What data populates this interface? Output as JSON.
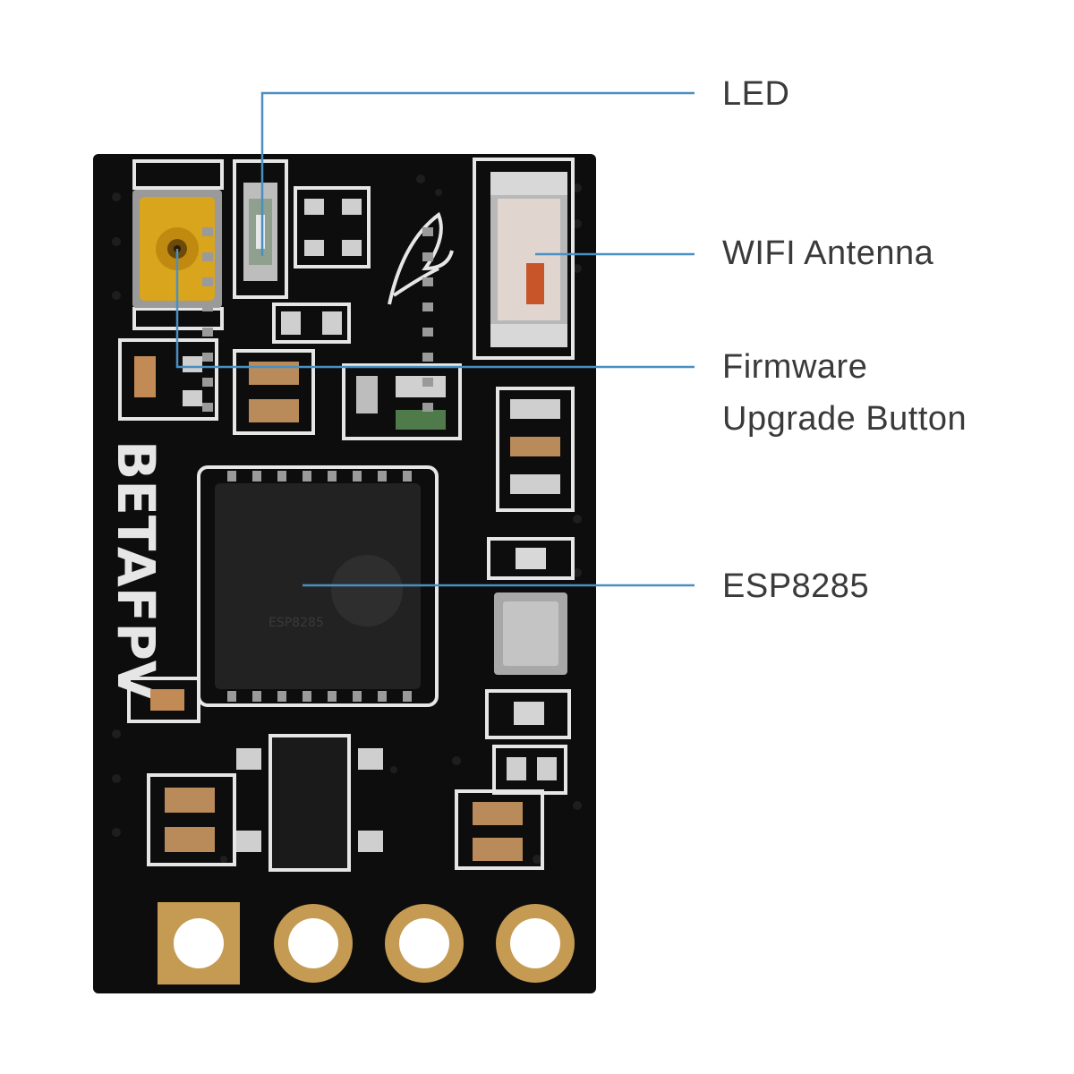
{
  "board": {
    "brand_text": "BETAFPV",
    "chip_marking": "ESP8285",
    "colors": {
      "pcb": "#0d0d0d",
      "silkscreen": "#e6e6e6",
      "gold": "#c59a52",
      "button": "#d9a51c",
      "callout_line": "#4a8fc2",
      "label_text": "#3a3a3a"
    }
  },
  "callouts": {
    "led": "LED",
    "wifi_antenna": "WIFI Antenna",
    "firmware_line1": "Firmware",
    "firmware_line2": "Upgrade Button",
    "esp": "ESP8285"
  }
}
